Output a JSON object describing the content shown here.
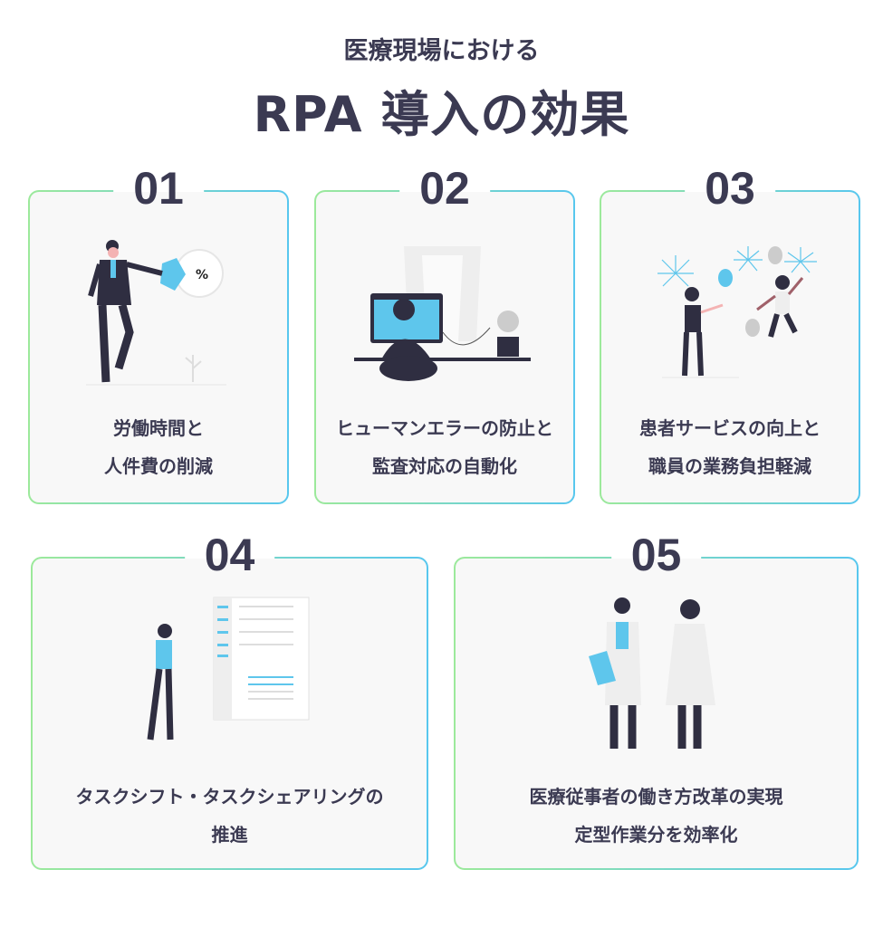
{
  "header": {
    "subtitle": "医療現場における",
    "title": "RPA 導入の効果"
  },
  "cards": [
    {
      "number": "01",
      "line1": "労働時間と",
      "line2": "人件費の削減",
      "badge": "%"
    },
    {
      "number": "02",
      "line1": "ヒューマンエラーの防止と",
      "line2": "監査対応の自動化"
    },
    {
      "number": "03",
      "line1": "患者サービスの向上と",
      "line2": "職員の業務負担軽減"
    },
    {
      "number": "04",
      "line1": "タスクシフト・タスクシェアリングの",
      "line2": "推進"
    },
    {
      "number": "05",
      "line1": "医療従事者の働き方改革の実現",
      "line2": "定型作業分を効率化"
    }
  ],
  "colors": {
    "text": "#3b3a52",
    "border_start": "#9ce99b",
    "border_end": "#58c7ee",
    "accent": "#5ec6ec"
  }
}
